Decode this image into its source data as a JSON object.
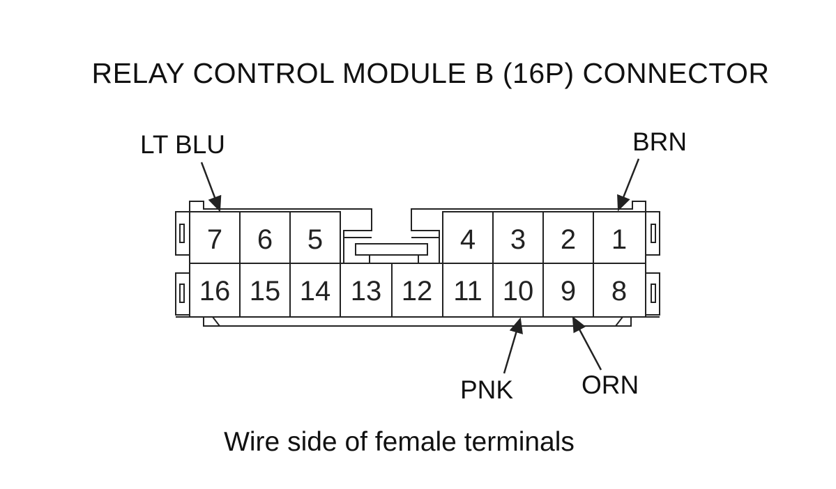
{
  "title": "RELAY CONTROL MODULE B (16P) CONNECTOR",
  "caption": "Wire side of female terminals",
  "wire_labels": {
    "pin7": "LT BLU",
    "pin1": "BRN",
    "pin10": "PNK",
    "pin9": "ORN"
  },
  "connector": {
    "top_row": [
      "7",
      "6",
      "5",
      "4",
      "3",
      "2",
      "1"
    ],
    "bottom_row": [
      "16",
      "15",
      "14",
      "13",
      "12",
      "11",
      "10",
      "9",
      "8"
    ]
  },
  "colors": {
    "line": "#222222",
    "face": "#ffffff"
  }
}
